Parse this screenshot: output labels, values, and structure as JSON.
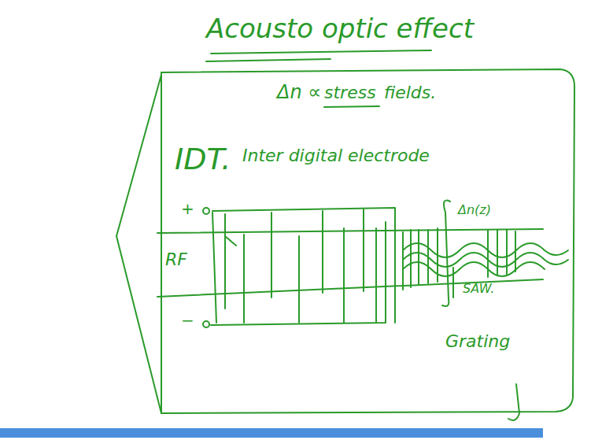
{
  "diagram": {
    "title": "Acousto optic effect",
    "labels": [
      "Δn ∝",
      "stress",
      "fields.",
      "IDT.",
      "Inter digital electrode",
      "+",
      "RF",
      "−",
      "Δn(z)",
      "SAW.",
      "Grating"
    ]
  }
}
